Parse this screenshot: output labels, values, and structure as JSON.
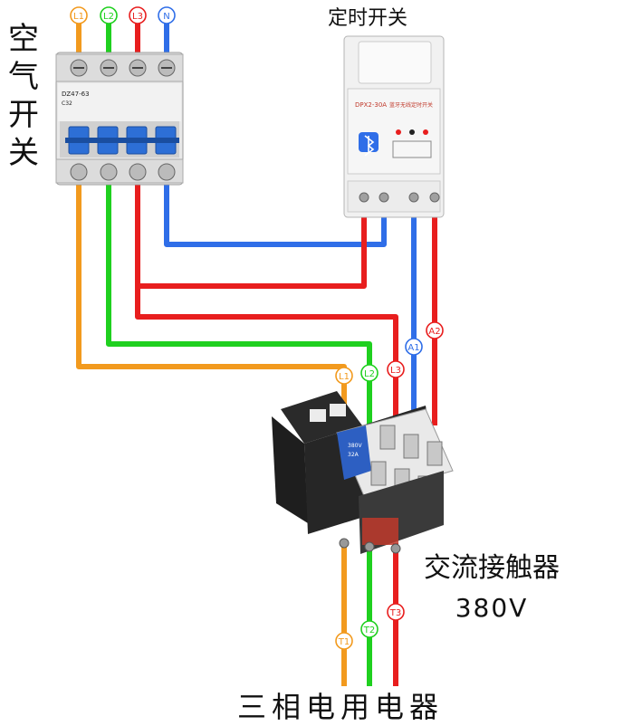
{
  "labels": {
    "breaker": "空气开关",
    "timer": "定时开关",
    "contactor": "交流接触器",
    "contactor_voltage": "380V",
    "load": "三相电用电器"
  },
  "breaker": {
    "model": "DZ47-63",
    "rating": "C32"
  },
  "timer": {
    "model": "DPX2-30A",
    "name": "蓝牙无线定时开关"
  },
  "terminals": {
    "top": [
      "L1",
      "L2",
      "L3",
      "N"
    ],
    "contactor_in": [
      "L1",
      "L2",
      "L3"
    ],
    "coil": [
      "A1",
      "A2"
    ],
    "outputs": [
      "T1",
      "T2",
      "T3"
    ]
  },
  "contactor_plate": {
    "voltage": "380V",
    "rating": "32A"
  },
  "colors": {
    "L1": "#f29a1e",
    "L2": "#1fd01f",
    "L3": "#e81e1e",
    "N": "#2f6ee8",
    "A1": "#2f6ee8",
    "A2": "#e81e1e"
  }
}
